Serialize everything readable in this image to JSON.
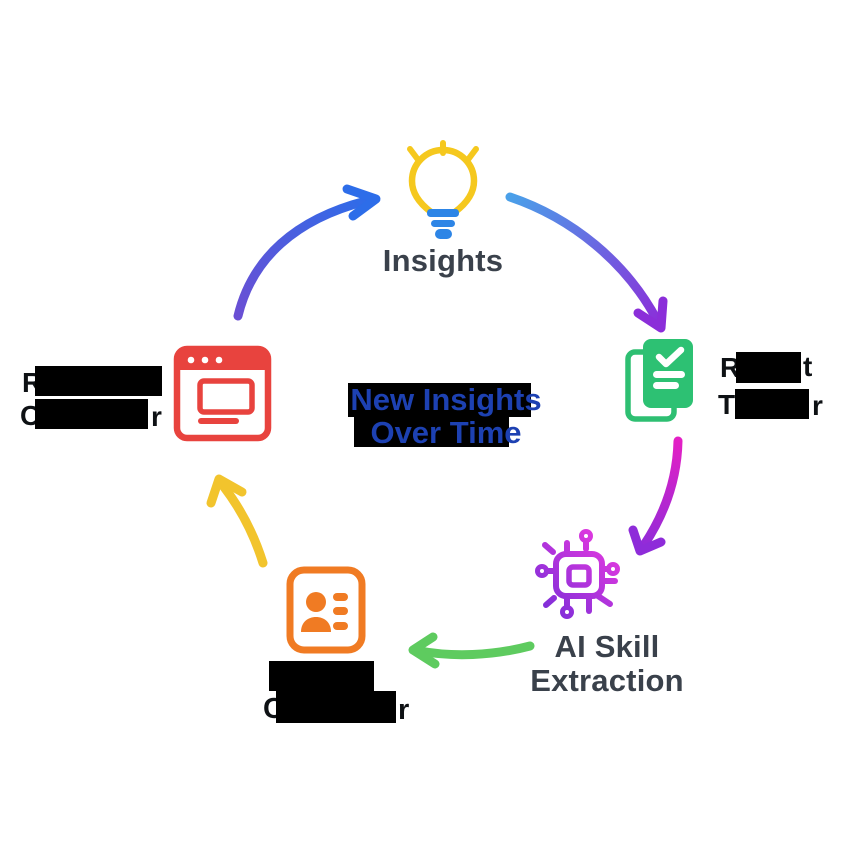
{
  "diagram": {
    "center": {
      "line1": "New Insights",
      "line2": "Over Time"
    },
    "nodes": {
      "top": {
        "label": "Insights",
        "icon": "lightbulb-icon"
      },
      "right": {
        "icon": "report-document-icon",
        "redacted": true,
        "fragments": {
          "line1_start": "R",
          "line1_end": "t",
          "line2_start": "T",
          "line2_end": "r"
        }
      },
      "bottom_right": {
        "label_line1": "AI Skill",
        "label_line2": "Extraction",
        "icon": "ai-chip-icon"
      },
      "bottom_left": {
        "icon": "id-card-icon",
        "redacted": true,
        "fragments": {
          "line2_start": "C",
          "line2_end": "r"
        }
      },
      "left": {
        "icon": "browser-window-icon",
        "redacted": true,
        "fragments": {
          "line1_start": "R",
          "line2_start": "C",
          "line2_end": "r"
        }
      }
    },
    "flow": [
      {
        "from": "left",
        "to": "top",
        "arrow": "indigo-to-blue"
      },
      {
        "from": "top",
        "to": "right",
        "arrow": "blue-to-purple"
      },
      {
        "from": "right",
        "to": "bottom_right",
        "arrow": "magenta-to-purple"
      },
      {
        "from": "bottom_right",
        "to": "bottom_left",
        "arrow": "green"
      },
      {
        "from": "bottom_left",
        "to": "left",
        "arrow": "yellow"
      }
    ],
    "colors": {
      "label_text": "#3a414b",
      "center_text": "#1d41b2",
      "redaction": "#000000",
      "arrow_indigo": "#6a4fd4",
      "arrow_blue": "#2d6de9",
      "arrow_lightblue": "#4aa0e9",
      "arrow_purple": "#8b2ed9",
      "arrow_magenta": "#e320c5",
      "arrow_green": "#5ecb5f",
      "arrow_yellow": "#f2c42d",
      "bulb_yellow": "#f5c81e",
      "bulb_base_blue": "#2d85e6",
      "doc_green": "#2dc173",
      "chip_pink": "#e83ae0",
      "chip_purple": "#7c2ed8",
      "card_orange": "#f07b23",
      "browser_red": "#e8433e"
    }
  }
}
